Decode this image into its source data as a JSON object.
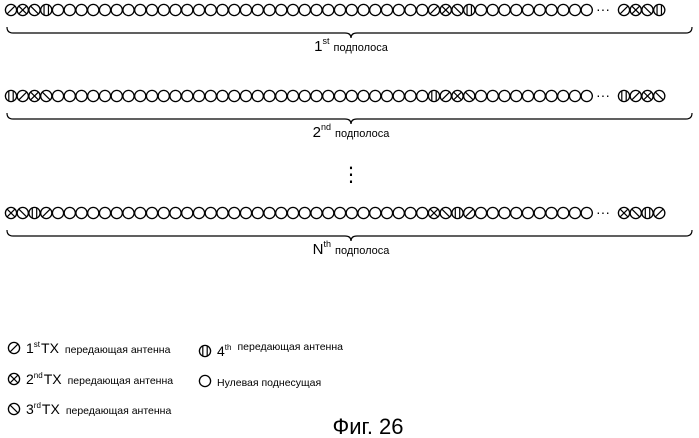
{
  "subbands": [
    {
      "ordinal": "1",
      "ordinal_suffix": "st",
      "label_word": "подполоса",
      "pilot_pattern": "patA"
    },
    {
      "ordinal": "2",
      "ordinal_suffix": "nd",
      "label_word": "подполоса",
      "pilot_pattern": "patB"
    },
    {
      "ordinal": "N",
      "ordinal_suffix": "th",
      "label_word": "подполоса",
      "pilot_pattern": "patC"
    }
  ],
  "ellipsis_horizontal": "···",
  "ellipsis_vertical": "⋮",
  "legend": [
    {
      "symbol": "tx1",
      "num": "1",
      "sup": "st",
      "tx": "TX",
      "text": "передающая антенна"
    },
    {
      "symbol": "tx2",
      "num": "2",
      "sup": "nd",
      "tx": "TX",
      "text": "передающая антенна"
    },
    {
      "symbol": "tx3",
      "num": "3",
      "sup": "rd",
      "tx": "TX",
      "text": "передающая антенна"
    },
    {
      "symbol": "tx4",
      "num": "4",
      "sup": "th",
      "tx": "",
      "text": "передающая антенна"
    },
    {
      "symbol": "null",
      "num": "",
      "sup": "",
      "tx": "",
      "text": "Нулевая поднесущая"
    }
  ],
  "caption": "Фиг. 26",
  "symbol_meaning": {
    "tx1": "single diagonal hatch",
    "tx2": "cross hatch",
    "tx3": "reverse diagonal hatch",
    "tx4": "vertical hatch",
    "null": "empty circle"
  }
}
